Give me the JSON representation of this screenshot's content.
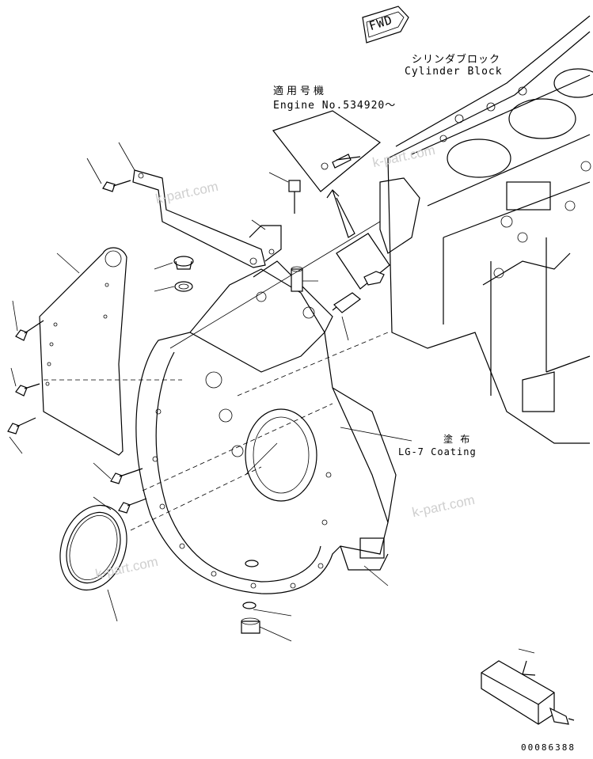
{
  "header": {
    "direction_label": "FWD"
  },
  "labels": {
    "cylinder_block_jp": "シリンダブロック",
    "cylinder_block_en": "Cylinder Block",
    "applicable_jp": "適用号機",
    "engine_no": "Engine No.534920～",
    "coating_jp": "塗 布",
    "coating_en": "LG-7 Coating",
    "figure_number": "00086388"
  },
  "watermarks": [
    "k-part.com",
    "k-part.com",
    "k-part.com",
    "k-part.com"
  ],
  "colors": {
    "line": "#000000",
    "watermark": "#cfcfcf",
    "background": "#ffffff"
  }
}
